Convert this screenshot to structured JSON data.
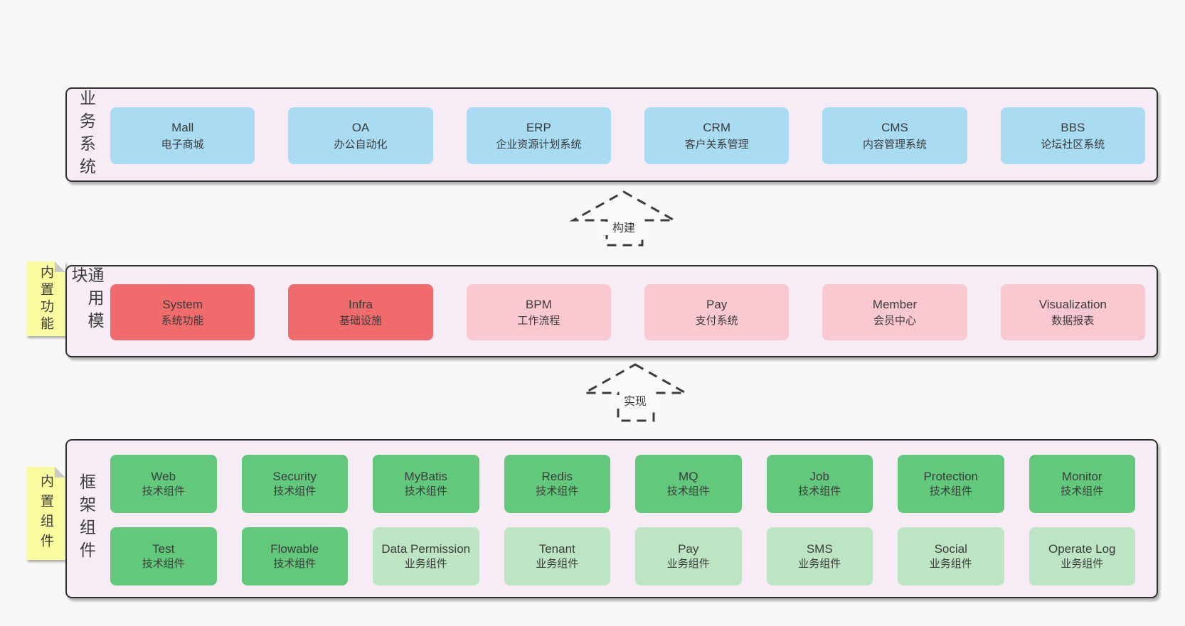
{
  "palette": {
    "page_bg": "#f8f8f8",
    "band_bg": "#f7ecf5",
    "band_border": "#2f2f2f",
    "business_box": "#a9dbf3",
    "core_module_box": "#f06b6b",
    "extension_module_box": "#f9c8d1",
    "tech_component_box": "#61c87c",
    "biz_component_box": "#bde5c4",
    "sticky_note": "#fafa9e",
    "text": "#3c3c3c"
  },
  "business_band": {
    "label": "业务系统",
    "boxes": [
      {
        "title": "Mall",
        "subtitle": "电子商城",
        "variant": "blue"
      },
      {
        "title": "OA",
        "subtitle": "办公自动化",
        "variant": "blue"
      },
      {
        "title": "ERP",
        "subtitle": "企业资源计划系统",
        "variant": "blue"
      },
      {
        "title": "CRM",
        "subtitle": "客户关系管理",
        "variant": "blue"
      },
      {
        "title": "CMS",
        "subtitle": "内容管理系统",
        "variant": "blue"
      },
      {
        "title": "BBS",
        "subtitle": "论坛社区系统",
        "variant": "blue"
      }
    ]
  },
  "build_arrow": {
    "label": "构建"
  },
  "modules_band": {
    "label": "通用模块",
    "note": "内置功能",
    "boxes": [
      {
        "title": "System",
        "subtitle": "系统功能",
        "variant": "red"
      },
      {
        "title": "Infra",
        "subtitle": "基础设施",
        "variant": "red"
      },
      {
        "title": "BPM",
        "subtitle": "工作流程",
        "variant": "pink"
      },
      {
        "title": "Pay",
        "subtitle": "支付系统",
        "variant": "pink"
      },
      {
        "title": "Member",
        "subtitle": "会员中心",
        "variant": "pink"
      },
      {
        "title": "Visualization",
        "subtitle": "数据报表",
        "variant": "pink"
      }
    ]
  },
  "implement_arrow": {
    "label": "实现"
  },
  "components_band": {
    "label": "框架组件",
    "note": "内置组件",
    "row1": [
      {
        "title": "Web",
        "subtitle": "技术组件",
        "variant": "green-dark"
      },
      {
        "title": "Security",
        "subtitle": "技术组件",
        "variant": "green-dark"
      },
      {
        "title": "MyBatis",
        "subtitle": "技术组件",
        "variant": "green-dark"
      },
      {
        "title": "Redis",
        "subtitle": "技术组件",
        "variant": "green-dark"
      },
      {
        "title": "MQ",
        "subtitle": "技术组件",
        "variant": "green-dark"
      },
      {
        "title": "Job",
        "subtitle": "技术组件",
        "variant": "green-dark"
      },
      {
        "title": "Protection",
        "subtitle": "技术组件",
        "variant": "green-dark"
      },
      {
        "title": "Monitor",
        "subtitle": "技术组件",
        "variant": "green-dark"
      }
    ],
    "row2": [
      {
        "title": "Test",
        "subtitle": "技术组件",
        "variant": "green-dark"
      },
      {
        "title": "Flowable",
        "subtitle": "技术组件",
        "variant": "green-dark"
      },
      {
        "title": "Data Permission",
        "subtitle": "业务组件",
        "variant": "green-light"
      },
      {
        "title": "Tenant",
        "subtitle": "业务组件",
        "variant": "green-light"
      },
      {
        "title": "Pay",
        "subtitle": "业务组件",
        "variant": "green-light"
      },
      {
        "title": "SMS",
        "subtitle": "业务组件",
        "variant": "green-light"
      },
      {
        "title": "Social",
        "subtitle": "业务组件",
        "variant": "green-light"
      },
      {
        "title": "Operate Log",
        "subtitle": "业务组件",
        "variant": "green-light"
      }
    ]
  }
}
